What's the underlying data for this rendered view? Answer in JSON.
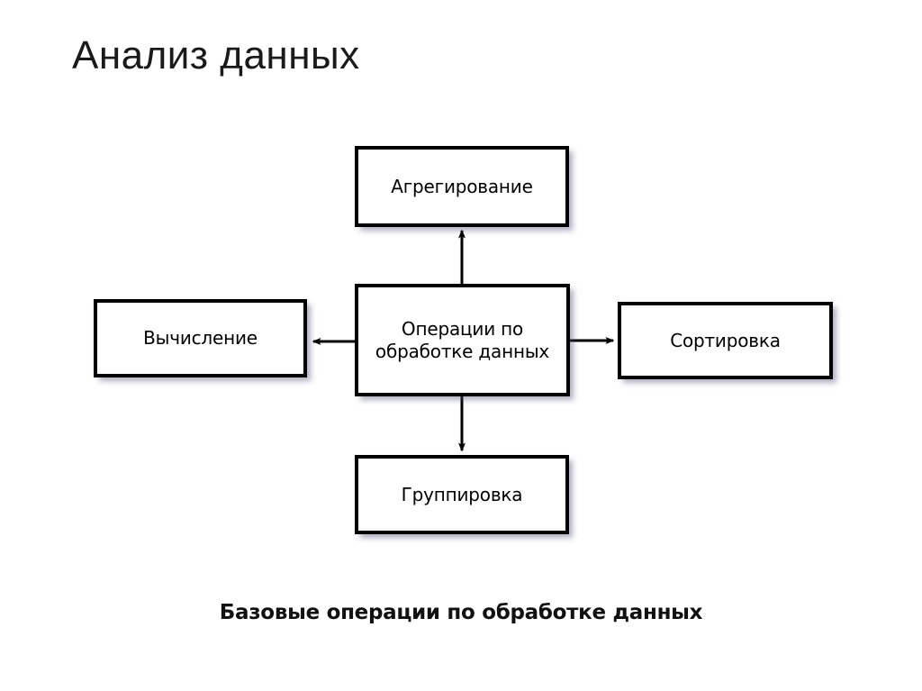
{
  "slide": {
    "title": "Анализ данных",
    "caption": "Базовые операции по обработке данных",
    "background_color": "#ffffff",
    "title_color": "#1a1a1a"
  },
  "diagram": {
    "type": "hub-and-spoke",
    "stroke_color": "#000000",
    "fill_color": "#ffffff",
    "shadow_color": "#5050784d",
    "nodes": [
      {
        "id": "center",
        "label": "Операции по\nобработке данных",
        "role": "hub"
      },
      {
        "id": "aggregation",
        "label": "Агрегирование",
        "role": "spoke",
        "position": "top"
      },
      {
        "id": "calculation",
        "label": "Вычисление",
        "role": "spoke",
        "position": "left"
      },
      {
        "id": "sorting",
        "label": "Сортировка",
        "role": "spoke",
        "position": "right"
      },
      {
        "id": "grouping",
        "label": "Группировка",
        "role": "spoke",
        "position": "bottom"
      }
    ],
    "edges": [
      {
        "from": "center",
        "to": "aggregation",
        "direction": "up",
        "arrowhead": "solid-triangle"
      },
      {
        "from": "center",
        "to": "calculation",
        "direction": "left",
        "arrowhead": "solid-triangle"
      },
      {
        "from": "center",
        "to": "sorting",
        "direction": "right",
        "arrowhead": "solid-triangle"
      },
      {
        "from": "center",
        "to": "grouping",
        "direction": "down",
        "arrowhead": "solid-triangle"
      }
    ]
  }
}
